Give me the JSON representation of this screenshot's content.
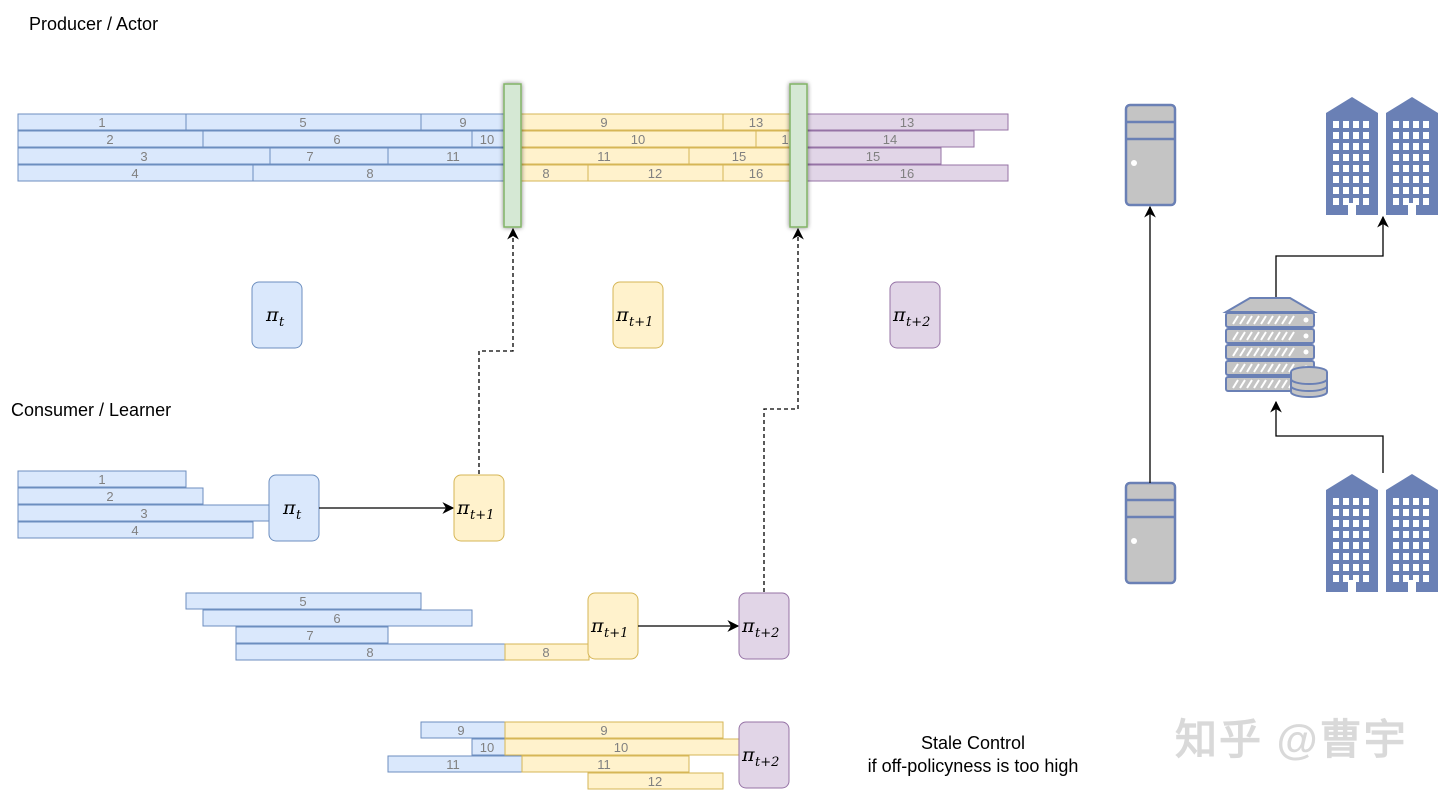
{
  "labels": {
    "producer": "Producer / Actor",
    "consumer": "Consumer / Learner",
    "stale_line1": "Stale Control",
    "stale_line2": "if off-policyness is too high",
    "watermark": "知乎 @曹宇"
  },
  "policies": {
    "pi_t": "t",
    "pi_t1": "t+1",
    "pi_t2": "t+2"
  },
  "segments": {
    "s1": "1",
    "s2": "2",
    "s3": "3",
    "s4": "4",
    "s5": "5",
    "s6": "6",
    "s7": "7",
    "s8": "8",
    "s9": "9",
    "s10": "10",
    "s11": "11",
    "s12": "12",
    "s13": "13",
    "s14": "14",
    "s15": "15",
    "s16": "16",
    "s1_partial": "1"
  },
  "colors": {
    "blue_fill": "#dae8fc",
    "blue_stroke": "#6c8ebf",
    "yellow_fill": "#fff2cc",
    "yellow_stroke": "#d6b656",
    "purple_fill": "#e1d5e7",
    "purple_stroke": "#9673a6",
    "green_fill": "#d5e8d4",
    "green_stroke": "#82b366",
    "server_fill": "#c4c4c4",
    "server_stroke": "#6a80b5"
  },
  "icons": [
    "server-icon",
    "office-building-icon",
    "storage-server-icon",
    "database-icon"
  ]
}
